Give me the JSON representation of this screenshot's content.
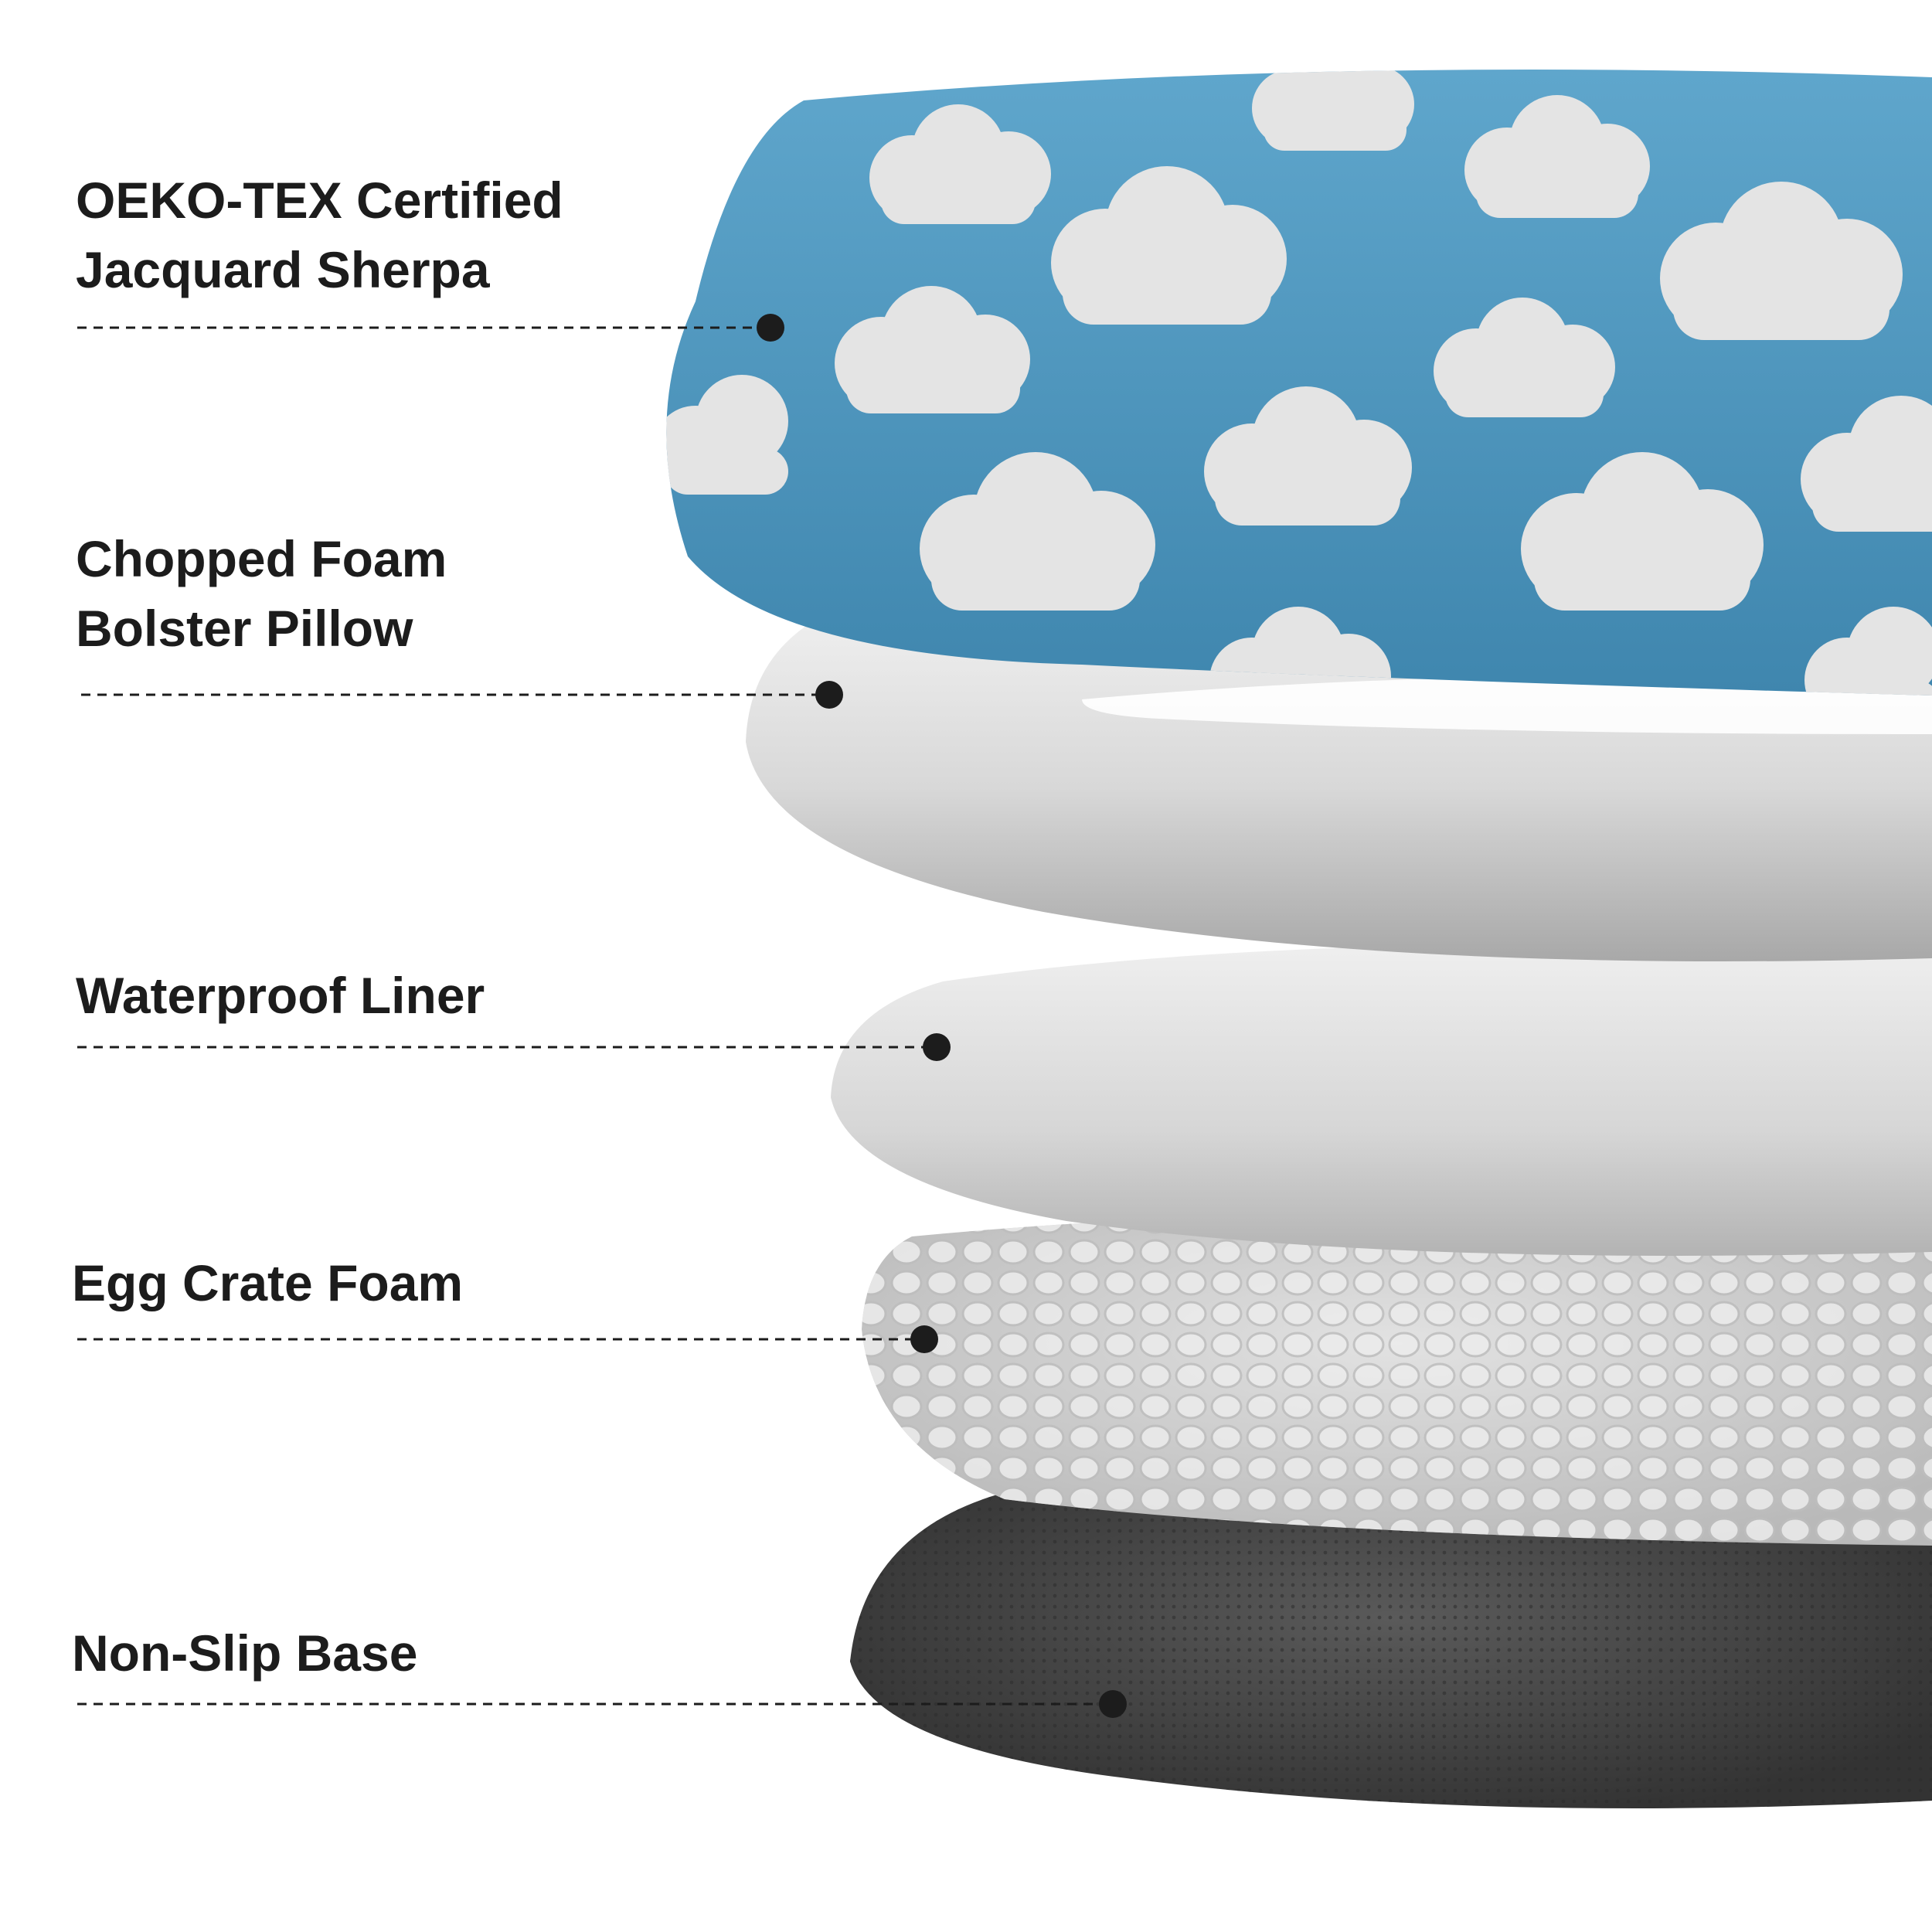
{
  "layers": [
    {
      "id": "sherpa",
      "lines": [
        "OEKO-TEX Certified",
        "Jacquard Sherpa"
      ],
      "material_color": "#4f97bf"
    },
    {
      "id": "bolster",
      "lines": [
        "Chopped Foam",
        "Bolster Pillow"
      ],
      "material_color": "#d9d9d9"
    },
    {
      "id": "liner",
      "lines": [
        "Waterproof Liner"
      ],
      "material_color": "#d4d4d4"
    },
    {
      "id": "eggcrate",
      "lines": [
        "Egg Crate Foam"
      ],
      "material_color": "#cfcfcf"
    },
    {
      "id": "base",
      "lines": [
        "Non-Slip Base"
      ],
      "material_color": "#4a4a4a"
    }
  ],
  "colors": {
    "text": "#1c1c1c",
    "leader": "#1c1c1c",
    "cloud": "#e6e6e6",
    "background": "#ffffff"
  }
}
